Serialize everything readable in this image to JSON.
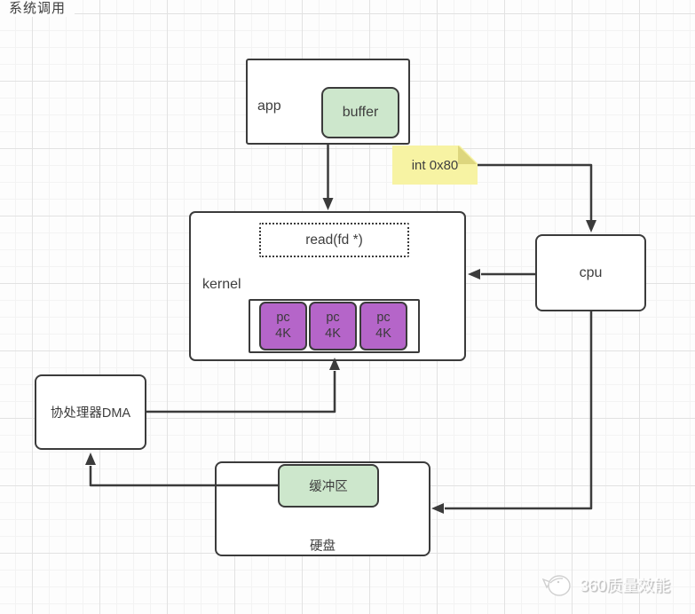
{
  "diagram": {
    "app_box": {
      "label": "app"
    },
    "buffer_box": {
      "label": "buffer"
    },
    "sticky_note": {
      "label": "int 0x80"
    },
    "syscall_label": {
      "label": "系统调用"
    },
    "kernel_box": {
      "label": "kernel"
    },
    "read_call_box": {
      "label": "read(fd *)"
    },
    "page_blocks": [
      {
        "line1": "pc",
        "line2": "4K"
      },
      {
        "line1": "pc",
        "line2": "4K"
      },
      {
        "line1": "pc",
        "line2": "4K"
      }
    ],
    "cpu_box": {
      "label": "cpu"
    },
    "dma_box": {
      "label": "协处理器DMA"
    },
    "disk_box": {
      "label": "硬盘"
    },
    "disk_buffer_box": {
      "label": "缓冲区"
    },
    "colors": {
      "stroke": "#3b3b3b",
      "green_fill": "#cde7cc",
      "purple_fill": "#b565c9",
      "note_fill": "#f7f3a3",
      "note_fold": "#ddd67e"
    }
  },
  "watermark": {
    "logo_icon": "bird-sketch-icon",
    "brand": "360质量效能"
  }
}
